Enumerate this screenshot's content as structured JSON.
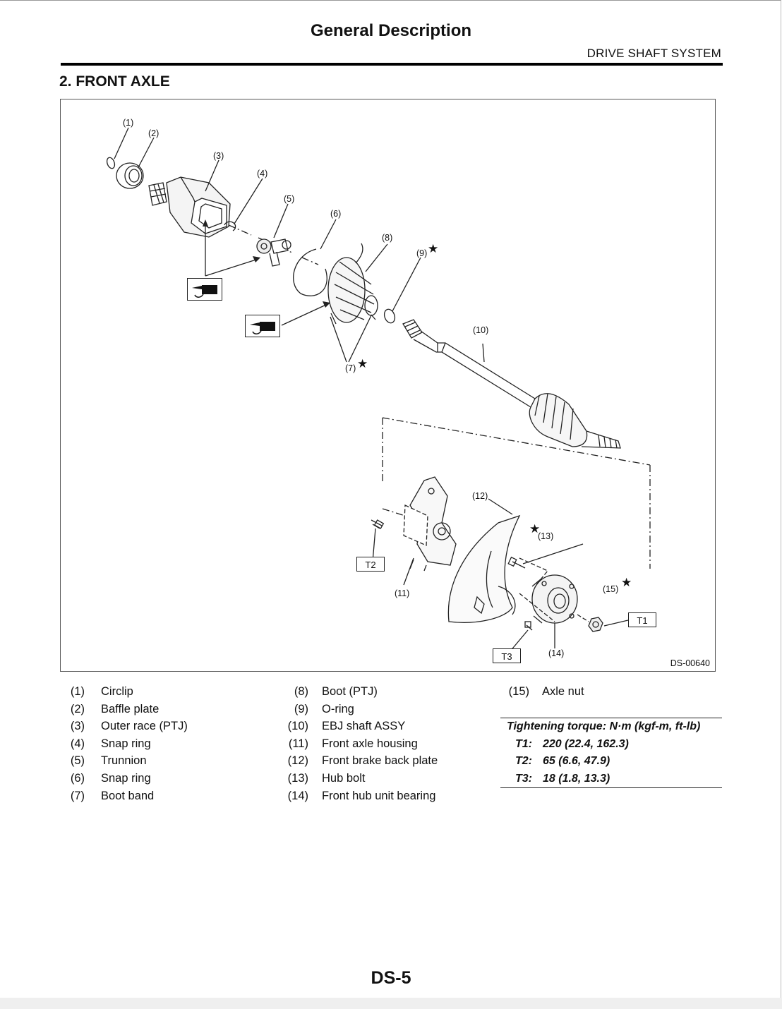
{
  "header": {
    "title": "General Description",
    "section": "DRIVE SHAFT SYSTEM"
  },
  "section_title": "2.  FRONT AXLE",
  "figure": {
    "id": "DS-00640",
    "callouts": [
      "(1)",
      "(2)",
      "(3)",
      "(4)",
      "(5)",
      "(6)",
      "(7)",
      "(8)",
      "(9)",
      "(10)",
      "(11)",
      "(12)",
      "(13)",
      "(14)",
      "(15)"
    ],
    "torque_tags": [
      "T1",
      "T2",
      "T3"
    ],
    "icons": [
      "grease-gun-icon",
      "star-icon"
    ]
  },
  "legend": {
    "col1": [
      {
        "num": "(1)",
        "text": "Circlip"
      },
      {
        "num": "(2)",
        "text": "Baffle plate"
      },
      {
        "num": "(3)",
        "text": "Outer race (PTJ)"
      },
      {
        "num": "(4)",
        "text": "Snap ring"
      },
      {
        "num": "(5)",
        "text": "Trunnion"
      },
      {
        "num": "(6)",
        "text": "Snap ring"
      },
      {
        "num": "(7)",
        "text": "Boot band"
      }
    ],
    "col2": [
      {
        "num": "(8)",
        "text": "Boot (PTJ)"
      },
      {
        "num": "(9)",
        "text": "O-ring"
      },
      {
        "num": "(10)",
        "text": "EBJ shaft ASSY"
      },
      {
        "num": "(11)",
        "text": "Front axle housing"
      },
      {
        "num": "(12)",
        "text": "Front brake back plate"
      },
      {
        "num": "(13)",
        "text": "Hub bolt"
      },
      {
        "num": "(14)",
        "text": "Front hub unit bearing"
      }
    ],
    "col3": [
      {
        "num": "(15)",
        "text": "Axle nut"
      }
    ]
  },
  "torque": {
    "heading": "Tightening torque: N·m (kgf-m, ft-lb)",
    "rows": [
      {
        "key": "T1:",
        "value": "220 (22.4, 162.3)"
      },
      {
        "key": "T2:",
        "value": "65 (6.6, 47.9)"
      },
      {
        "key": "T3:",
        "value": "18 (1.8, 13.3)"
      }
    ]
  },
  "page_number": "DS-5"
}
